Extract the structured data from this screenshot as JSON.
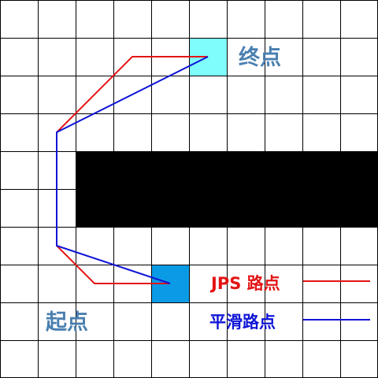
{
  "grid": {
    "cols": 10,
    "rows": 10,
    "line_color": "#000000",
    "background": "#ffffff"
  },
  "obstacle": {
    "from_cell": [
      2,
      4
    ],
    "to_cell": [
      9,
      5
    ],
    "color": "#000000"
  },
  "start": {
    "cell": [
      4,
      7
    ],
    "color": "#0b9be6",
    "label": "起点",
    "label_color": "#4a7fb0"
  },
  "goal": {
    "cell": [
      5,
      1
    ],
    "color": "#7ffcfc",
    "label": "终点",
    "label_color": "#4a7fb0"
  },
  "paths": {
    "jps": {
      "label": "JPS 路点",
      "color": "#e31414",
      "points": [
        [
          5.5,
          1.5
        ],
        [
          3.5,
          1.5
        ],
        [
          1.5,
          3.5
        ],
        [
          1.5,
          6.5
        ],
        [
          2.5,
          7.5
        ],
        [
          4.5,
          7.5
        ]
      ]
    },
    "smooth": {
      "label": "平滑路点",
      "color": "#0f14d6",
      "points": [
        [
          5.5,
          1.5
        ],
        [
          1.5,
          3.5
        ],
        [
          1.5,
          6.5
        ],
        [
          4.5,
          7.5
        ]
      ]
    }
  }
}
